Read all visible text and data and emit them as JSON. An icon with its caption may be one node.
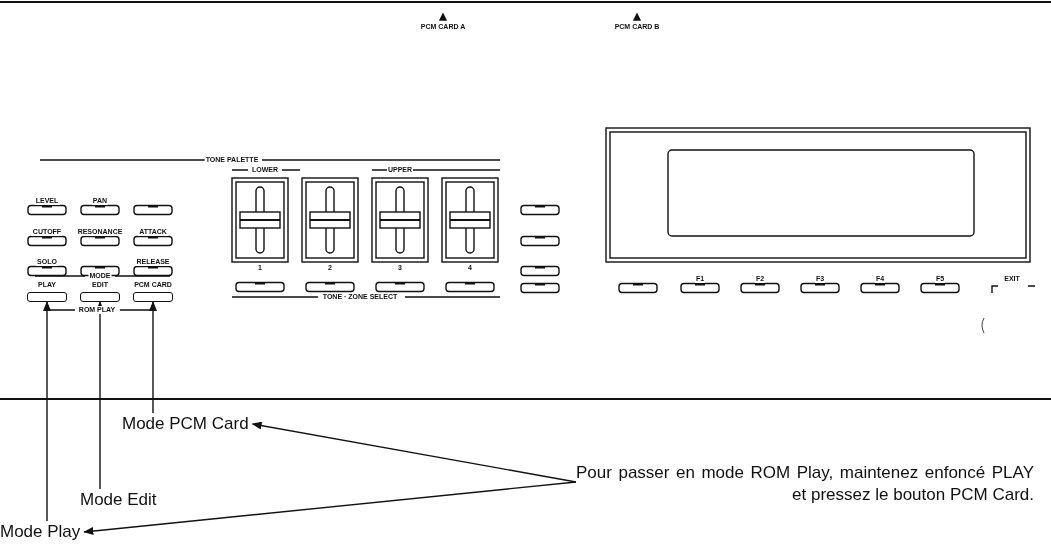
{
  "diagram": {
    "nodes": [
      {
        "text": [
          "PLAY"
        ]
      },
      {
        "text": [
          "EDIT"
        ]
      },
      {
        "text": [
          "PCM CARD"
        ]
      },
      {
        "text": [
          "Mode PCM Card"
        ]
      },
      {
        "text": [
          "Pour passer en mode ROM Play, maintenez enfoncé PLAY et pressez le bouton PCM Card."
        ]
      },
      {
        "text": [
          "Mode Edit"
        ]
      },
      {
        "text": [
          "Mode Play"
        ]
      }
    ],
    "edges": [
      {
        "from": 6,
        "to": 0,
        "arrow": "to"
      },
      {
        "from": 5,
        "to": 1,
        "arrow": "to"
      },
      {
        "from": 3,
        "to": 2,
        "arrow": "to"
      },
      {
        "from": 4,
        "to": 3,
        "arrow": "to"
      },
      {
        "from": 4,
        "to": 6,
        "arrow": "to"
      }
    ],
    "labels": [
      "PCM CARD A",
      "PCM CARD B",
      "TONE PALETTE",
      "LOWER",
      "UPPER",
      "LEVEL",
      "PAN",
      "CUTOFF",
      "RESONANCE",
      "ATTACK",
      "SOLO",
      "RELEASE",
      "MODE",
      "1",
      "2",
      "3",
      "4",
      "F1",
      "F2",
      "F3",
      "F4",
      "F5",
      "EXIT",
      "ROM PLAY",
      "TONE · ZONE SELECT"
    ]
  }
}
